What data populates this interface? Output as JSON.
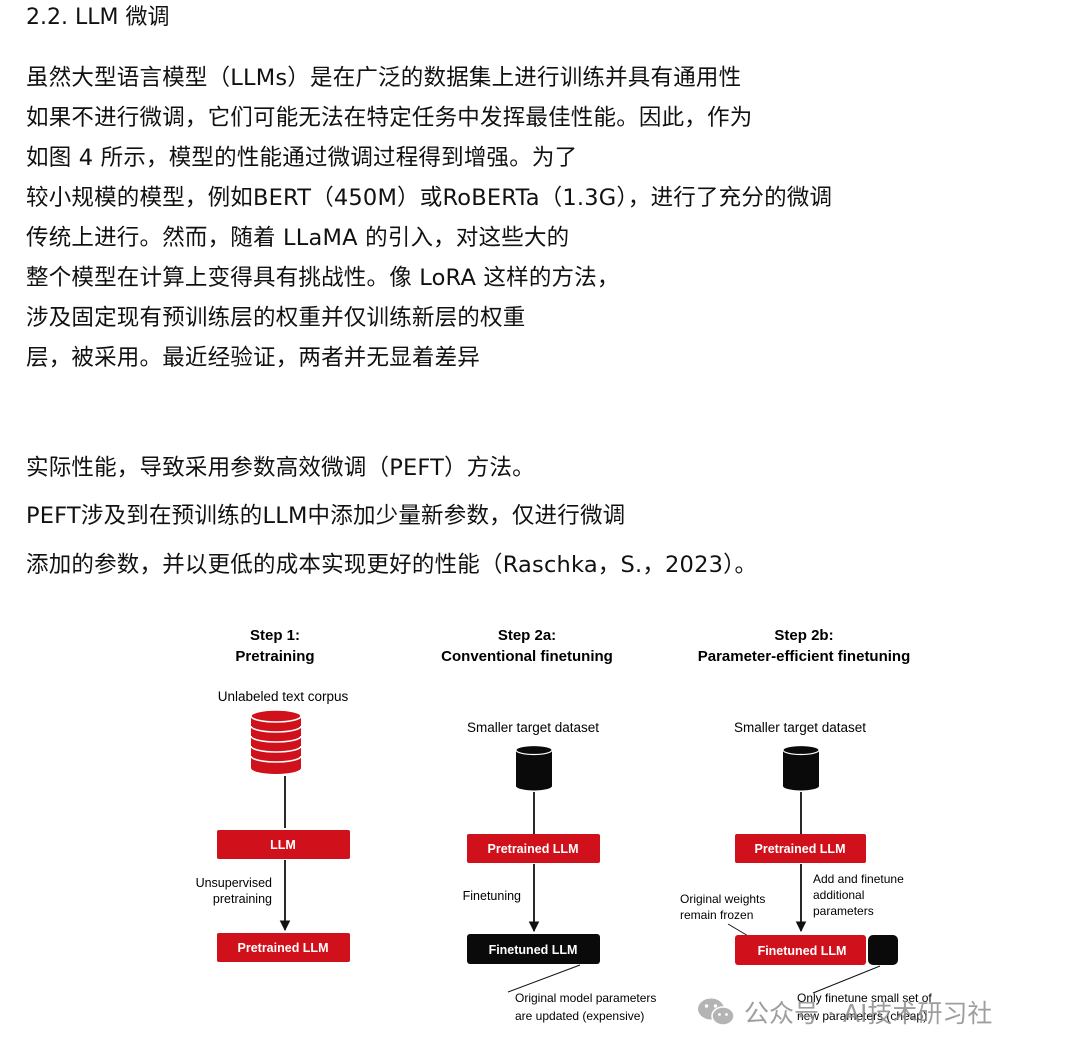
{
  "section": {
    "heading": "2.2. LLM 微调"
  },
  "paragraph1": [
    "虽然大型语言模型（LLMs）是在广泛的数据集上进行训练并具有通用性",
    "如果不进行微调，它们可能无法在特定任务中发挥最佳性能。因此，作为",
    "如图 4 所示，模型的性能通过微调过程得到增强。为了",
    "较小规模的模型，例如BERT（450M）或RoBERTa（1.3G），进行了充分的微调",
    "传统上进行。然而，随着 LLaMA 的引入，对这些大的",
    "整个模型在计算上变得具有挑战性。像 LoRA 这样的方法，",
    "涉及固定现有预训练层的权重并仅训练新层的权重",
    "层，被采用。最近经验证，两者并无显着差异"
  ],
  "paragraph2": [
    "实际性能，导致采用参数高效微调（PEFT）方法。",
    "PEFT涉及到在预训练的LLM中添加少量新参数，仅进行微调",
    "添加的参数，并以更低的成本实现更好的性能（Raschka，S.，2023）。"
  ],
  "figure": {
    "step1": {
      "title_line1": "Step 1:",
      "title_line2": "Pretraining",
      "data_label": "Unlabeled text corpus",
      "box1": "LLM",
      "arrow_label_line1": "Unsupervised",
      "arrow_label_line2": "pretraining",
      "box2": "Pretrained LLM"
    },
    "step2a": {
      "title_line1": "Step 2a:",
      "title_line2": "Conventional finetuning",
      "data_label": "Smaller target dataset",
      "box1": "Pretrained LLM",
      "arrow_label": "Finetuning",
      "box2": "Finetuned LLM",
      "note_line1": "Original model parameters",
      "note_line2": "are updated (expensive)"
    },
    "step2b": {
      "title_line1": "Step 2b:",
      "title_line2": "Parameter-efficient finetuning",
      "data_label": "Smaller target dataset",
      "box1": "Pretrained LLM",
      "left_note_line1": "Original weights",
      "left_note_line2": "remain frozen",
      "right_note_line1": "Add and finetune",
      "right_note_line2": "additional",
      "right_note_line3": "parameters",
      "box2": "Finetuned LLM",
      "note_line1": "Only finetune small set of",
      "note_line2": "new parameters (cheap)"
    },
    "colors": {
      "red": "#d0101b",
      "black": "#0a0a0a"
    }
  },
  "watermark": {
    "text": "公众号 · AI技术研习社",
    "icon": "wechat-icon"
  }
}
